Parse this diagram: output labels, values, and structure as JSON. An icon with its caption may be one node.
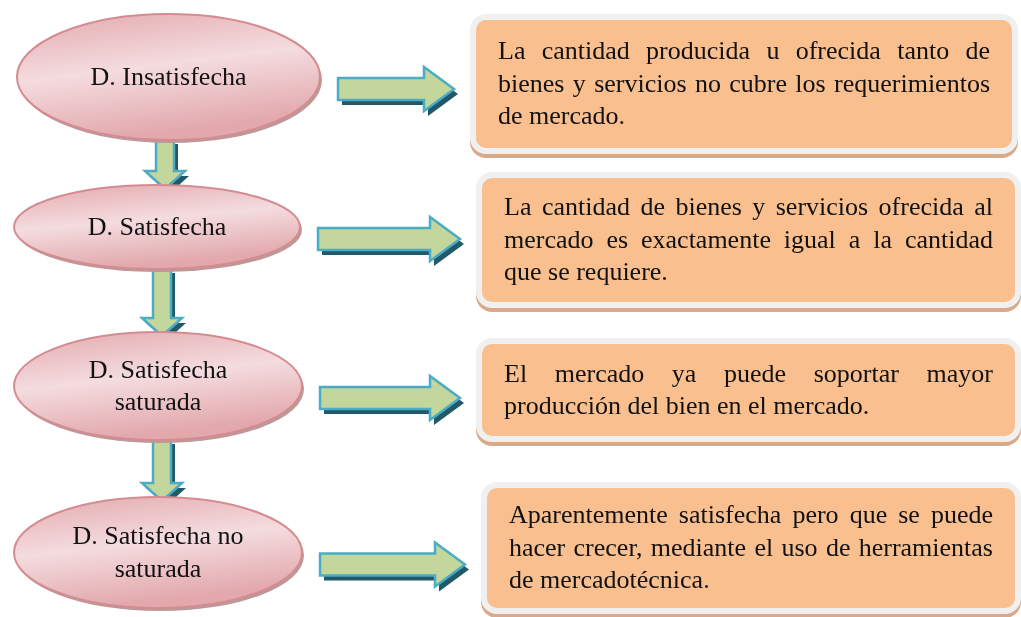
{
  "diagram": {
    "nodes": [
      {
        "text": [
          "D. Insatisfecha"
        ]
      },
      {
        "text": [
          "D. Satisfecha"
        ]
      },
      {
        "text": [
          "D. Satisfecha saturada"
        ]
      },
      {
        "text": [
          "D. Satisfecha no saturada"
        ]
      },
      {
        "text": [
          "La cantidad producida u ofrecida tanto de bienes y servicios no cubre los requerimientos de mercado."
        ]
      },
      {
        "text": [
          "La cantidad de bienes y servicios ofrecida al mercado  es exactamente igual a la cantidad que se requiere."
        ]
      },
      {
        "text": [
          "El mercado ya puede soportar mayor producción del bien en el mercado."
        ]
      },
      {
        "text": [
          "Aparentemente satisfecha pero que se puede hacer crecer, mediante el uso  de herramientas de mercadotécnica."
        ]
      }
    ],
    "edges": [
      {
        "from": 0,
        "to": 4,
        "arrow": "to"
      },
      {
        "from": 0,
        "to": 1,
        "arrow": "to"
      },
      {
        "from": 1,
        "to": 5,
        "arrow": "to"
      },
      {
        "from": 1,
        "to": 2,
        "arrow": "to"
      },
      {
        "from": 2,
        "to": 6,
        "arrow": "to"
      },
      {
        "from": 2,
        "to": 3,
        "arrow": "to"
      },
      {
        "from": 3,
        "to": 7,
        "arrow": "to"
      }
    ]
  }
}
